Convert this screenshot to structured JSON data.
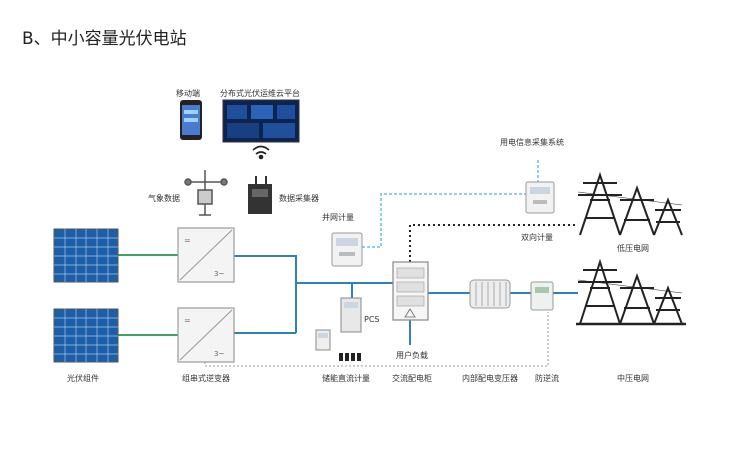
{
  "title": "B、中小容量光伏电站",
  "labels": {
    "mobile": "移动端",
    "platform": "分布式光伏运维云平台",
    "weather": "气象数据",
    "collector": "数据采集器",
    "grid_meter": "并网计量",
    "info_system": "用电信息采集系统",
    "bidirectional": "双向计量",
    "low_voltage_grid": "低压电网",
    "pcs": "PCS",
    "user_load": "用户负载",
    "pv_modules": "光伏组件",
    "string_inverter": "组串式逆变器",
    "storage_meter": "储能直流计量",
    "ac_cabinet": "交流配电柜",
    "transformer": "内部配电变压器",
    "anti_backflow": "防逆流",
    "mv_grid": "中压电网"
  },
  "colors": {
    "dc_line": "#3aa36a",
    "ac_line": "#2f7fb8",
    "comm_line": "#8fd0e8",
    "dotted": "#bbbbbb",
    "black_dotted": "#222222"
  }
}
